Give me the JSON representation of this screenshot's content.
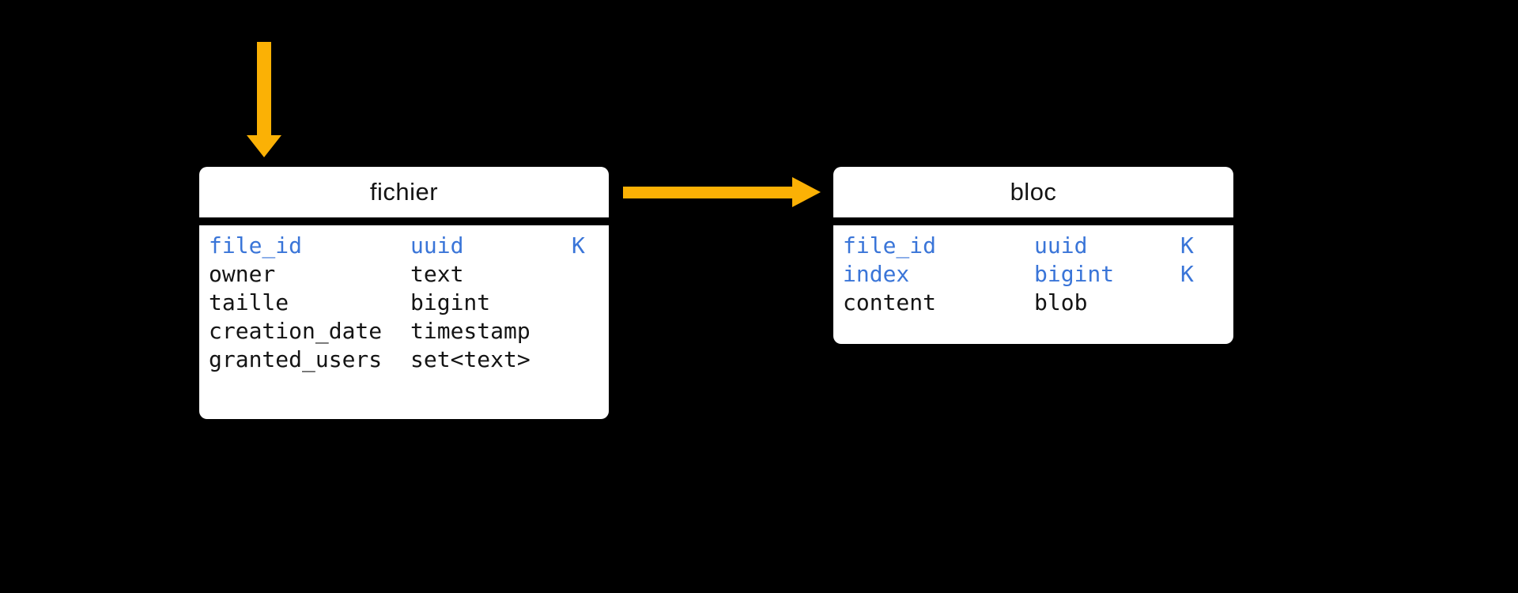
{
  "diagram": {
    "colors": {
      "bg": "#000000",
      "panel": "#ffffff",
      "text": "#141414",
      "blue": "#3a75d8",
      "yellow": "#fbb105"
    },
    "tables": [
      {
        "name": "fichier",
        "columns": [
          {
            "name": "file_id",
            "type": "uuid",
            "key": "K"
          },
          {
            "name": "owner",
            "type": "text",
            "key": ""
          },
          {
            "name": "taille",
            "type": "bigint",
            "key": ""
          },
          {
            "name": "creation_date",
            "type": "timestamp",
            "key": ""
          },
          {
            "name": "granted_users",
            "type": "set<text>",
            "key": ""
          }
        ]
      },
      {
        "name": "bloc",
        "columns": [
          {
            "name": "file_id",
            "type": "uuid",
            "key": "K"
          },
          {
            "name": "index",
            "type": "bigint",
            "key": "K"
          },
          {
            "name": "content",
            "type": "blob",
            "key": ""
          }
        ]
      }
    ],
    "arrows": [
      {
        "id": "down-arrow",
        "direction": "down",
        "color": "#fbb105"
      },
      {
        "id": "right-arrow",
        "direction": "right",
        "color": "#fbb105"
      }
    ]
  }
}
